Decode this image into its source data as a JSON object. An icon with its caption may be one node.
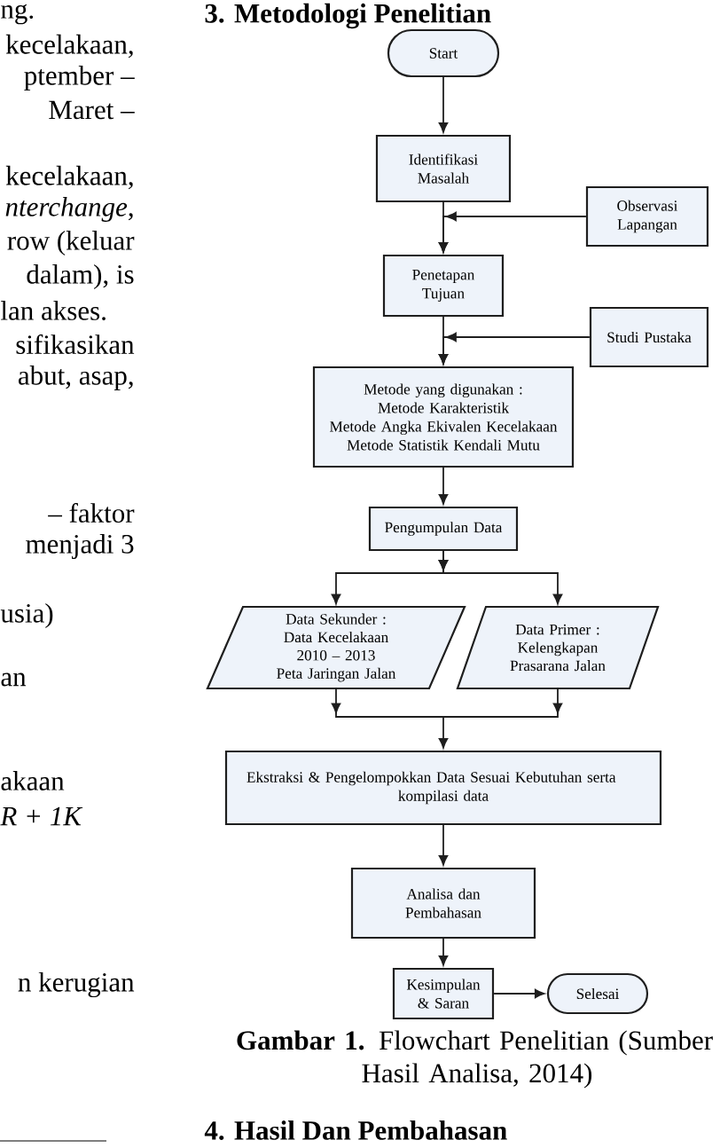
{
  "diagram": {
    "title": "3. Metodologi Penelitian",
    "caption": "**Gambar 1.** Flowchart Penelitian (Sumber Hasil Analisa, 2014)",
    "nodes": [
      {
        "text": [
          "Start"
        ]
      },
      {
        "text": [
          "Identifikasi Masalah"
        ]
      },
      {
        "text": [
          "Observasi Lapangan"
        ]
      },
      {
        "text": [
          "Penetapan Tujuan"
        ]
      },
      {
        "text": [
          "Studi Pustaka"
        ]
      },
      {
        "text": [
          "Metode yang digunakan :",
          "Metode Karakteristik",
          "Metode Angka Ekivalen Kecelakaan",
          "Metode Statistik Kendali Mutu"
        ]
      },
      {
        "text": [
          "Pengumpulan Data"
        ]
      },
      {
        "text": [
          "Data Sekunder :",
          "Data Kecelakaan 2010 – 2013",
          "Peta Jaringan Jalan"
        ]
      },
      {
        "text": [
          "Data Primer :",
          "Kelengkapan Prasarana Jalan"
        ]
      },
      {
        "text": [
          "Ekstraksi & Pengelompokkan Data Sesuai Kebutuhan serta kompilasi data"
        ]
      },
      {
        "text": [
          "Analisa dan Pembahasan"
        ]
      },
      {
        "text": [
          "Kesimpulan & Saran"
        ]
      },
      {
        "text": [
          "Selesai"
        ]
      }
    ],
    "edges": [
      {
        "from": 0,
        "to": 1,
        "arrow": "to"
      },
      {
        "from": 1,
        "to": 3,
        "arrow": "to"
      },
      {
        "from": 2,
        "to": 3,
        "arrow": "to"
      },
      {
        "from": 3,
        "to": 5,
        "arrow": "to"
      },
      {
        "from": 4,
        "to": 5,
        "arrow": "to"
      },
      {
        "from": 5,
        "to": 6,
        "arrow": "to"
      },
      {
        "from": 6,
        "to": 7,
        "arrow": "to"
      },
      {
        "from": 6,
        "to": 8,
        "arrow": "to"
      },
      {
        "from": 7,
        "to": 9,
        "arrow": "to"
      },
      {
        "from": 8,
        "to": 9,
        "arrow": "to"
      },
      {
        "from": 9,
        "to": 10,
        "arrow": "to"
      },
      {
        "from": 10,
        "to": 11,
        "arrow": "to"
      },
      {
        "from": 11,
        "to": 12,
        "arrow": "to"
      }
    ],
    "labels": [
      "ng.",
      "kecelakaan,",
      "ptember –",
      "Maret –",
      "kecelakaan,",
      "*nterchange*,",
      "row (keluar",
      "dalam), is",
      "lan akses.",
      "sifikasikan",
      "abut, asap,",
      "– faktor",
      "menjadi 3",
      "usia)",
      "an",
      "akaan",
      "R + 1K",
      "n kerugian",
      "4. Hasil Dan Pembahasan"
    ]
  }
}
